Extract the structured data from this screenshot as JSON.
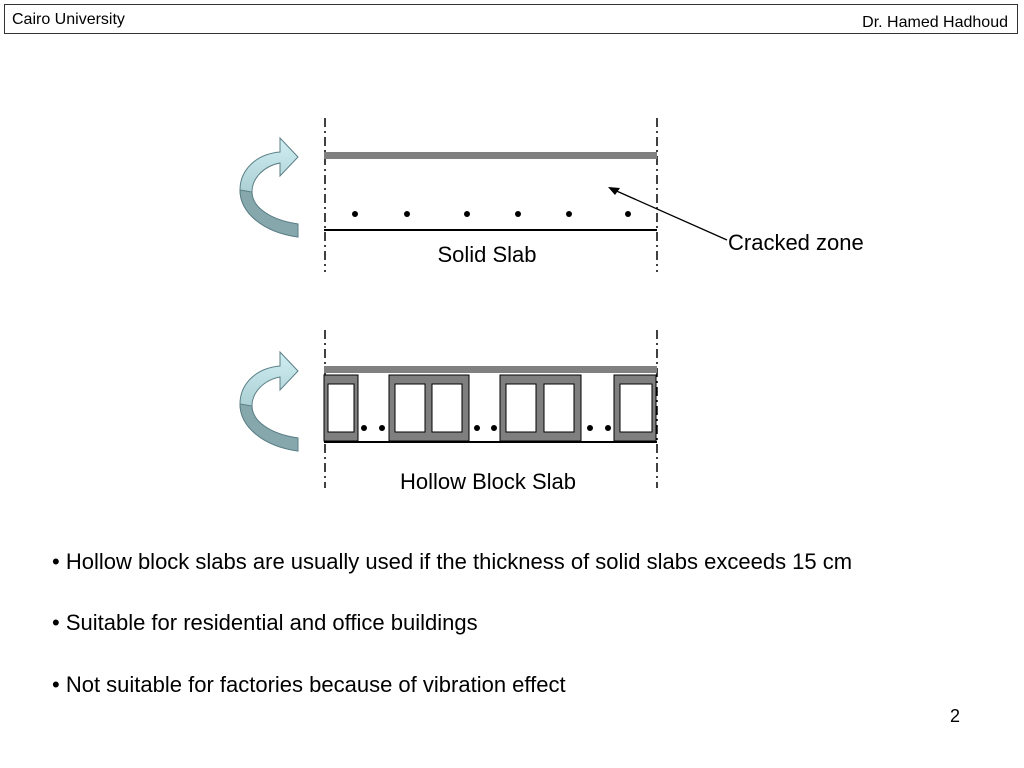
{
  "header": {
    "left_text": "Cairo University",
    "right_text": "Dr. Hamed Hadhoud"
  },
  "diagram": {
    "solid_slab_label": "Solid Slab",
    "hollow_block_slab_label": "Hollow Block Slab",
    "cracked_zone_label": "Cracked zone"
  },
  "bullets": [
    "• Hollow block slabs are usually used if the thickness of solid slabs exceeds 15 cm",
    "• Suitable for residential and office buildings",
    "• Not suitable for factories because of vibration effect"
  ],
  "page_number": "2",
  "colors": {
    "slab_top": "#808080",
    "block": "#7f7f7f",
    "arrow_light": "#b7dde2",
    "arrow_dark": "#7aa0a6"
  }
}
